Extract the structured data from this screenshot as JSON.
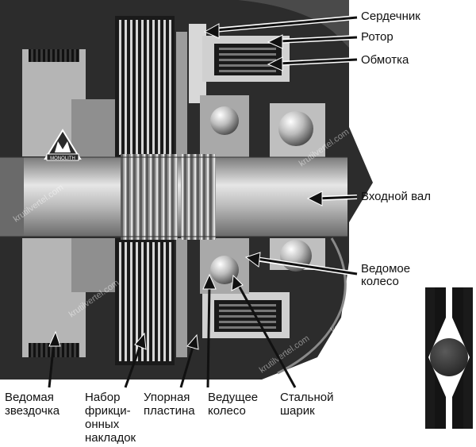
{
  "labels": {
    "core": "Сердечник",
    "rotor": "Ротор",
    "winding": "Обмотка",
    "input_shaft": "Входной вал",
    "driven_wheel": "Ведомое\nколесо",
    "driven_sprocket": "Ведомая\nзвездочка",
    "friction_set": "Набор\nфрикци-\nонных\nнакладок",
    "thrust_plate": "Упорная\nпластина",
    "drive_wheel": "Ведущее\nколесо",
    "steel_ball": "Стальной\nшарик"
  },
  "watermark": "krutilvertel.com",
  "logo_text": "MONOLITH",
  "colors": {
    "housing": "#2b2b2b",
    "metal_light": "#cfcfcf",
    "metal_mid": "#8f8f8f",
    "line": "#111111",
    "background": "#ffffff"
  }
}
